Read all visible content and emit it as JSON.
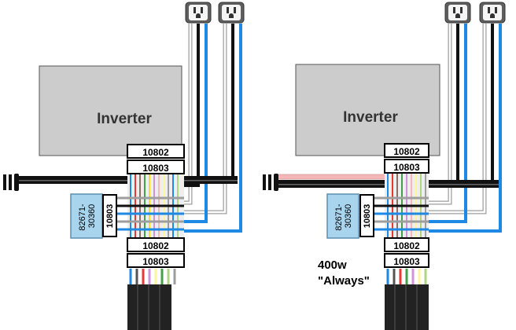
{
  "diagrams": [
    {
      "inverter_label": "Inverter",
      "connectors": [
        "10802",
        "10803",
        "10802",
        "10803"
      ],
      "side_block_label": "10803",
      "part_number_line1": "82671-",
      "part_number_line2": "30360",
      "annotation_line1": "",
      "annotation_line2": ""
    },
    {
      "inverter_label": "Inverter",
      "connectors": [
        "10802",
        "10803",
        "10802",
        "10803"
      ],
      "side_block_label": "10803",
      "part_number_line1": "82671-",
      "part_number_line2": "30360",
      "annotation_line1": "400w",
      "annotation_line2": "\"Always\""
    }
  ],
  "colors": {
    "inverter_fill": "#cccccc",
    "blue_wire": "#1e88e5",
    "black_wire": "#111111",
    "white_wire": "#ffffff",
    "grey_wire": "#9e9e9e",
    "pink_wire": "#f4b6b6",
    "part_block_fill": "#a9d4ee",
    "cable_fill": "#222222"
  },
  "icons": [
    "ac-outlet-icon",
    "ac-outlet-icon",
    "plug-icon"
  ]
}
